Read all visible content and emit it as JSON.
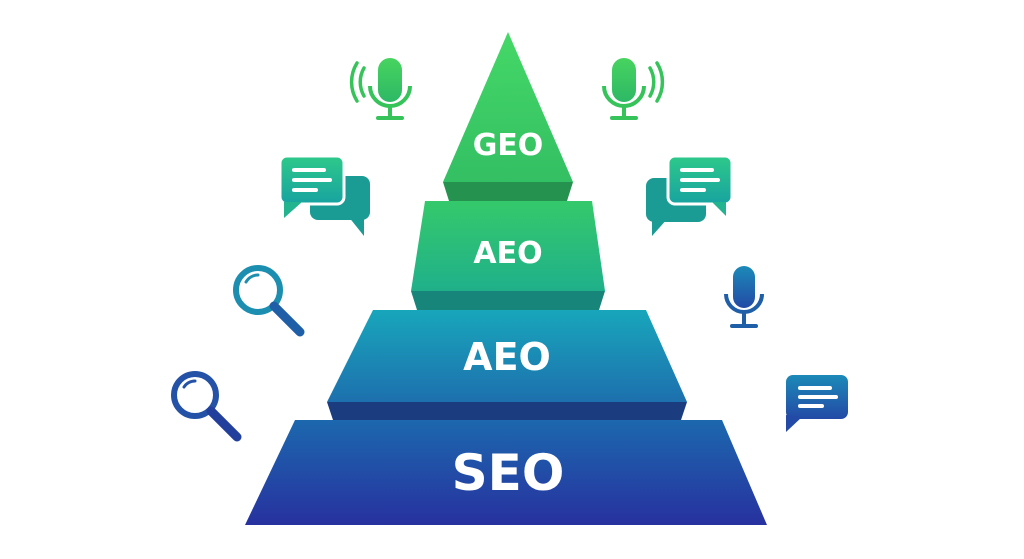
{
  "pyramid": {
    "tiers": [
      {
        "label": "GEO"
      },
      {
        "label": "AEO"
      },
      {
        "label": "AEO"
      },
      {
        "label": "SEO"
      }
    ]
  },
  "icons": {
    "microphone": "microphone-icon",
    "chat": "chat-bubble-icon",
    "search": "magnifier-icon"
  },
  "colors": {
    "top_green": "#3fd46a",
    "mid_teal": "#17a6b8",
    "bottom_blue": "#2638a6",
    "icon_green": "#35c35a",
    "icon_blue": "#1f5fa8"
  }
}
